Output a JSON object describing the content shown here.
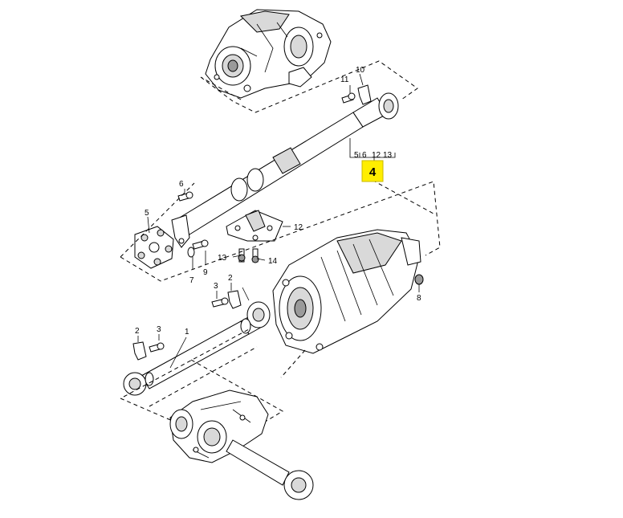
{
  "callout": {
    "label": "4",
    "color": "#ffee00"
  },
  "part_numbers": {
    "p1": "1",
    "p2a": "2",
    "p2b": "2",
    "p3a": "3",
    "p3b": "3",
    "p5": "5",
    "p6": "6",
    "p7": "7",
    "p8": "8",
    "p9": "9",
    "p10": "10",
    "p11": "11",
    "p12": "12",
    "p13": "13",
    "p14": "14",
    "group_5": "5",
    "group_6": "6",
    "group_12": "12",
    "group_13": "13"
  }
}
